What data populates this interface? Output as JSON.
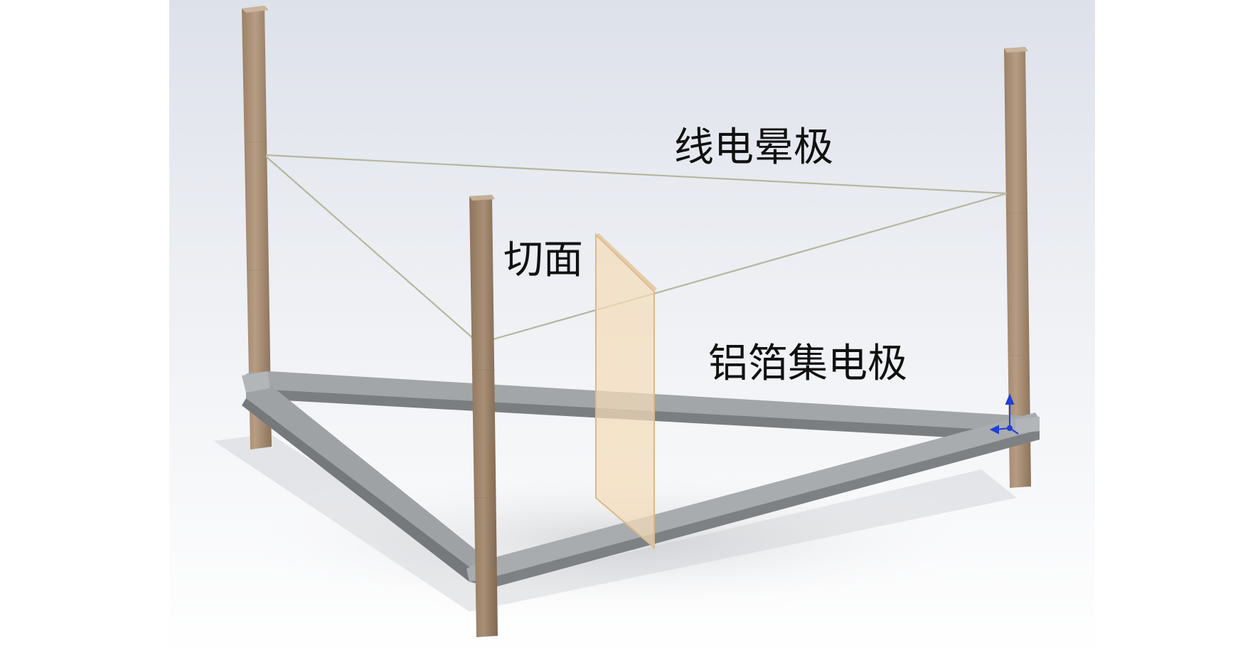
{
  "labels": {
    "corona_wire": "线电晕极",
    "section_plane": "切面",
    "collector": "铝箔集电极"
  },
  "colors": {
    "background_top": "#dfe3ec",
    "background_bottom": "#ffffff",
    "post_light": "#b09880",
    "post_dark": "#8a7058",
    "frame_top": "#a6a9ac",
    "frame_side": "#7d8083",
    "wire": "#b2b59a",
    "plane_fill": "#f4dcb8",
    "plane_edge": "#d9b98a",
    "axis": "#1f3fd6",
    "text": "#111111"
  },
  "icons": {
    "origin_triad": "coordinate-triad-icon"
  }
}
